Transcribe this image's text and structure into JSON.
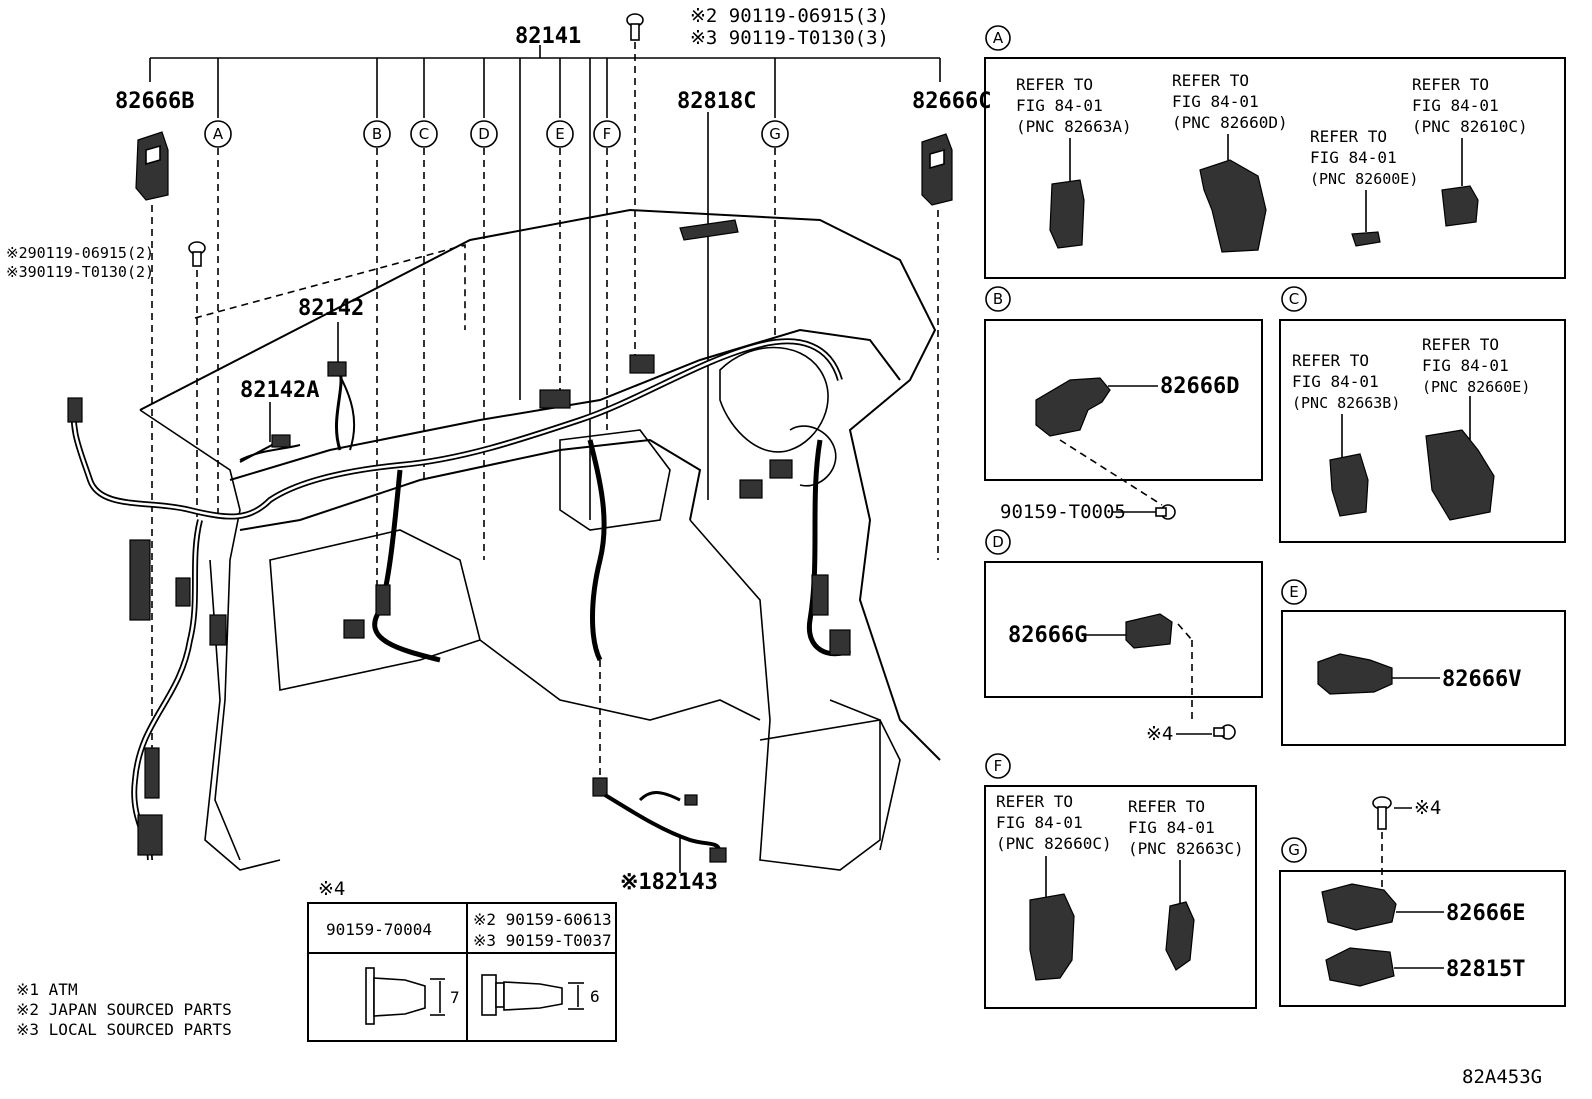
{
  "main": {
    "harness": "82141",
    "bolt_j": "※2 90119-06915(3)",
    "bolt_l": "※3 90119-T0130(3)",
    "left_bracket": "82666B",
    "right_bracket": "82666C",
    "relay_label": "82818C",
    "left_bolt_j": "※290119-06915(2)",
    "left_bolt_l": "※390119-T0130(2)",
    "part_82142": "82142",
    "part_82142A": "82142A",
    "part_82143": "※182143",
    "callouts": [
      "A",
      "B",
      "C",
      "D",
      "E",
      "F",
      "G"
    ]
  },
  "clip_table": {
    "title": "※4",
    "col1": "90159-70004",
    "col2_j": "※2 90159-60613",
    "col2_l": "※3 90159-T0037",
    "dim1": "7",
    "dim2": "6"
  },
  "notes": [
    "※1 ATM",
    "※2 JAPAN SOURCED PARTS",
    "※3 LOCAL SOURCED PARTS"
  ],
  "panels": {
    "A": {
      "letter": "A",
      "refs": [
        {
          "l1": "REFER TO",
          "l2": "FIG 84-01",
          "l3": "(PNC 82663A)"
        },
        {
          "l1": "REFER TO",
          "l2": "FIG 84-01",
          "l3": "(PNC 82660D)"
        },
        {
          "l1": "REFER TO",
          "l2": "FIG 84-01",
          "l3": "(PNC 82600E)"
        },
        {
          "l1": "REFER TO",
          "l2": "FIG 84-01",
          "l3": "(PNC 82610C)"
        }
      ]
    },
    "B": {
      "letter": "B",
      "part": "82666D",
      "screw": "90159-T0005"
    },
    "C": {
      "letter": "C",
      "refs": [
        {
          "l1": "REFER TO",
          "l2": "FIG 84-01",
          "l3": "(PNC 82663B)"
        },
        {
          "l1": "REFER TO",
          "l2": "FIG 84-01",
          "l3": "(PNC 82660E)"
        }
      ]
    },
    "D": {
      "letter": "D",
      "part": "82666G",
      "clip": "※4"
    },
    "E": {
      "letter": "E",
      "part": "82666V"
    },
    "F": {
      "letter": "F",
      "refs": [
        {
          "l1": "REFER TO",
          "l2": "FIG 84-01",
          "l3": "(PNC 82660C)"
        },
        {
          "l1": "REFER TO",
          "l2": "FIG 84-01",
          "l3": "(PNC 82663C)"
        }
      ]
    },
    "G": {
      "letter": "G",
      "part1": "82666E",
      "part2": "82815T",
      "clip": "※4"
    }
  },
  "figure_code": "82A453G"
}
